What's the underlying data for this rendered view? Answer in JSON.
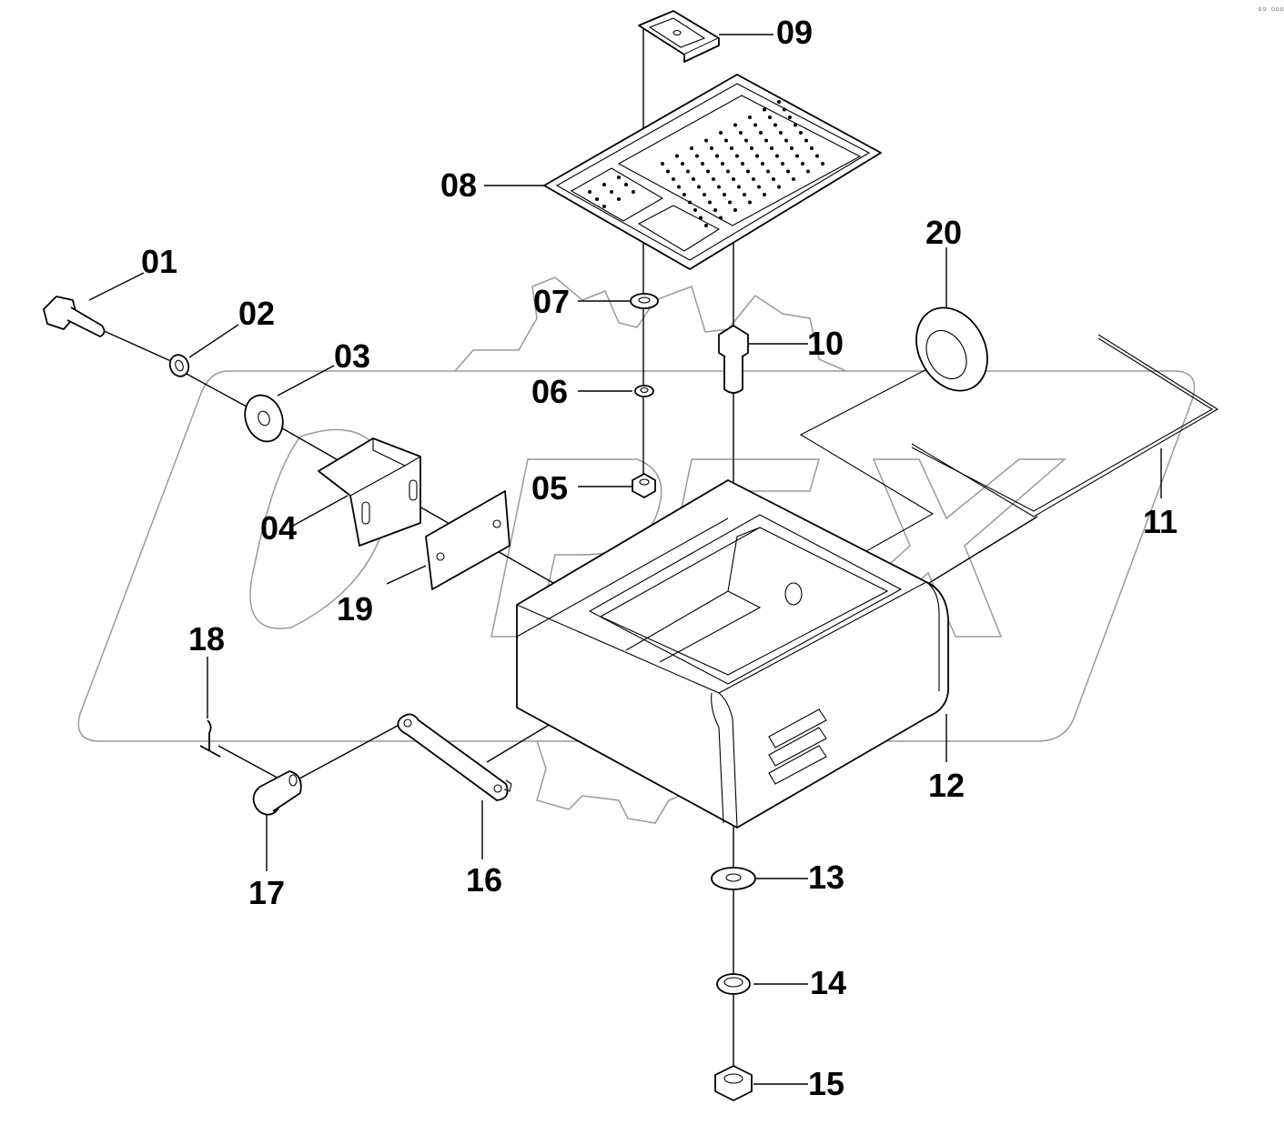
{
  "corner_mark": "▫▫ ▫▫▫",
  "callouts": [
    {
      "id": "01",
      "text": "01"
    },
    {
      "id": "02",
      "text": "02"
    },
    {
      "id": "03",
      "text": "03"
    },
    {
      "id": "04",
      "text": "04"
    },
    {
      "id": "05",
      "text": "05"
    },
    {
      "id": "06",
      "text": "06"
    },
    {
      "id": "07",
      "text": "07"
    },
    {
      "id": "08",
      "text": "08"
    },
    {
      "id": "09",
      "text": "09"
    },
    {
      "id": "10",
      "text": "10"
    },
    {
      "id": "11",
      "text": "11"
    },
    {
      "id": "12",
      "text": "12"
    },
    {
      "id": "13",
      "text": "13"
    },
    {
      "id": "14",
      "text": "14"
    },
    {
      "id": "15",
      "text": "15"
    },
    {
      "id": "16",
      "text": "16"
    },
    {
      "id": "17",
      "text": "17"
    },
    {
      "id": "18",
      "text": "18"
    },
    {
      "id": "19",
      "text": "19"
    },
    {
      "id": "20",
      "text": "20"
    }
  ],
  "watermark": {
    "brand_icon": "opex-watermark-logo",
    "color": "#9a9a9a"
  },
  "colors": {
    "ink": "#000000",
    "background": "#ffffff"
  }
}
